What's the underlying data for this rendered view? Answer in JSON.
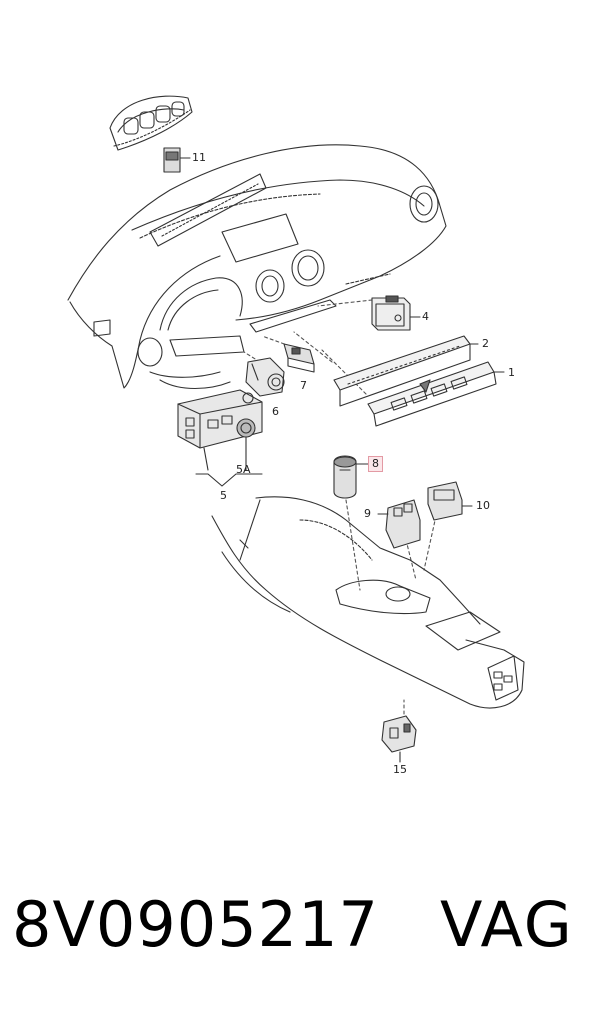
{
  "diagram": {
    "callouts": {
      "c1": "1",
      "c2": "2",
      "c4": "4",
      "c5": "5",
      "c5a": "5A",
      "c6": "6",
      "c7": "7",
      "c8": "8",
      "c9": "9",
      "c10": "10",
      "c11": "11",
      "c15": "15"
    },
    "highlight_color": "#e39aa4"
  },
  "footer": {
    "part_number": "8V0905217",
    "brand": "VAG"
  }
}
